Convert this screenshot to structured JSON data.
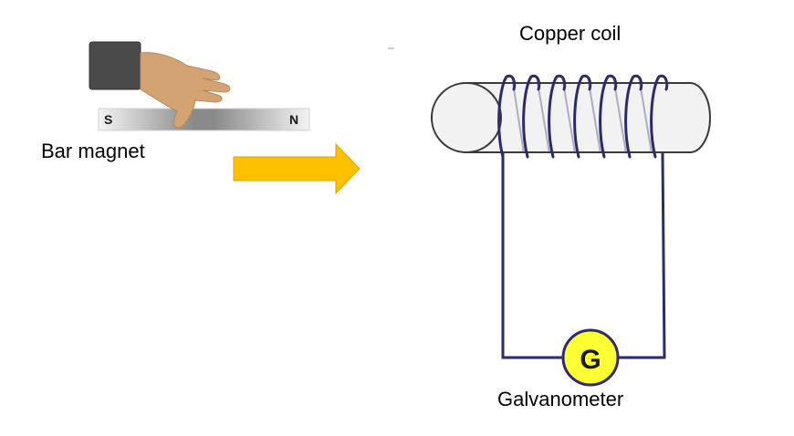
{
  "labels": {
    "bar_magnet": "Bar magnet",
    "copper_coil": "Copper coil",
    "galvanometer": "Galvanometer",
    "galvanometer_symbol": "G",
    "pole_south": "S",
    "pole_north": "N"
  },
  "colors": {
    "wire": "#2e2a6e",
    "arrow": "#ffc000",
    "galvanometer_fill": "#ffff33",
    "cylinder_fill": "#f2f2f2",
    "hand": "#d4a373",
    "sleeve": "#4a4a4a"
  },
  "icons": {
    "hand": "hand-icon",
    "arrow": "right-arrow-icon"
  }
}
